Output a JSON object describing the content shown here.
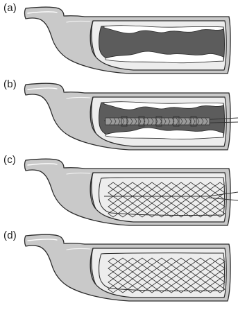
{
  "panels": [
    {
      "label": "(a)",
      "content": "vessel"
    },
    {
      "label": "(b)",
      "content": "balloon"
    },
    {
      "label": "(c)",
      "content": "expanded"
    },
    {
      "label": "(d)",
      "content": "stent"
    }
  ],
  "colors": {
    "vessel_wall": "#c9c9c9",
    "lumen": "#5c5c5c",
    "lumen_edge": "#ededed",
    "outline": "#2b2b2b",
    "stent_mesh": "#333333",
    "white": "#ffffff"
  }
}
